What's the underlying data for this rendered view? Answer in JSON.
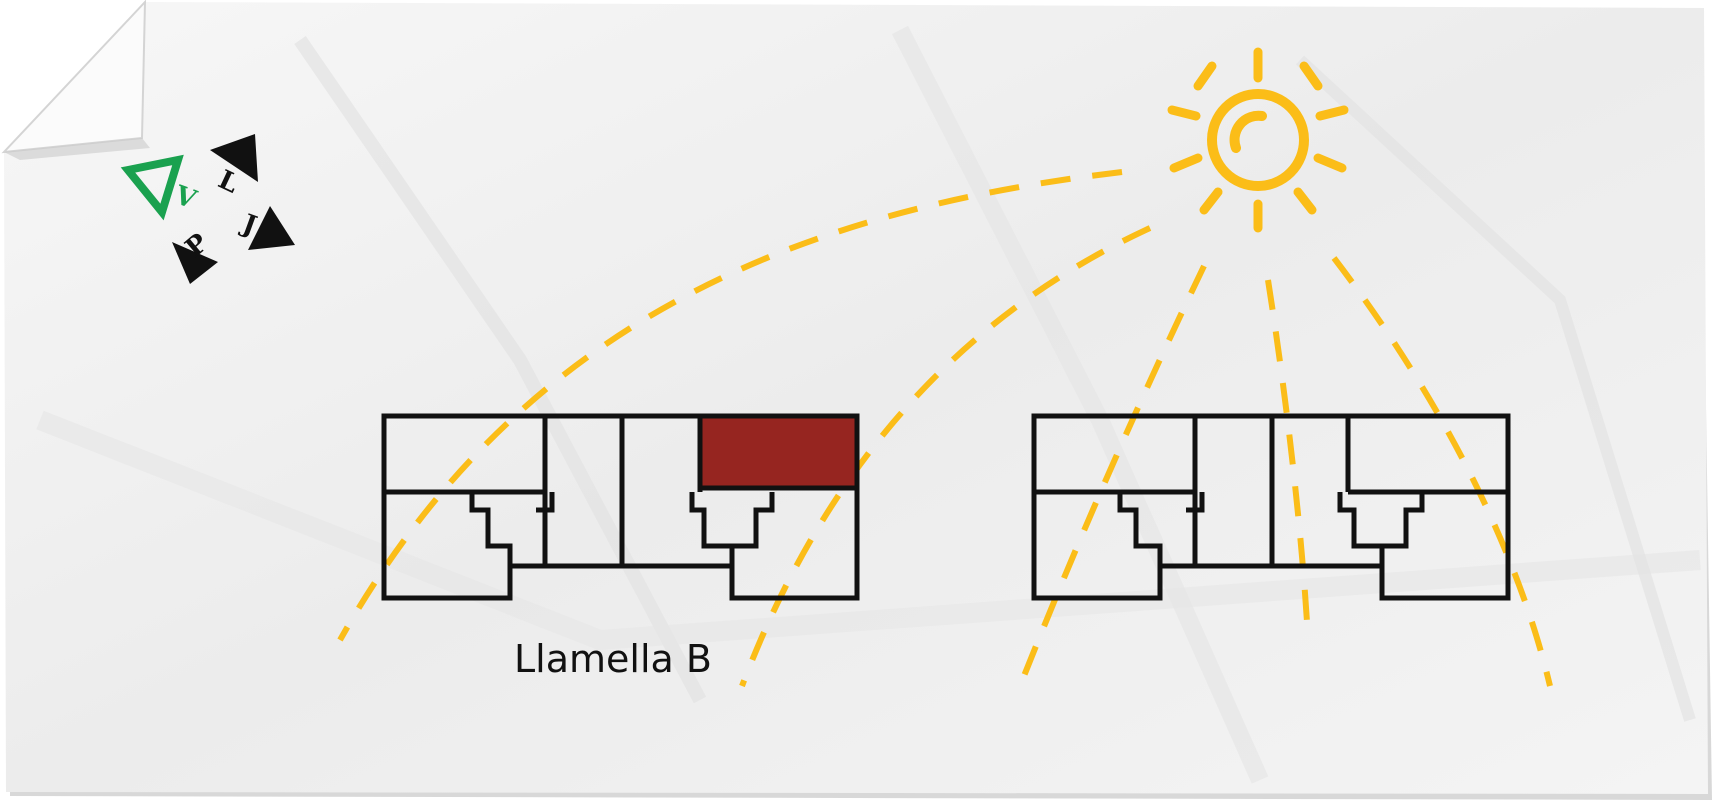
{
  "diagram": {
    "caption": "Llamella B",
    "logo_letters": [
      "V",
      "L",
      "J",
      "P"
    ],
    "icons": {
      "sun": "sun-icon",
      "logo": "vlpj-logo-icon"
    },
    "colors": {
      "paper": "#f1f1f1",
      "paper_shadow": "#d9d9d9",
      "outline": "#111111",
      "room_fill": "#f3f3f3",
      "highlight_unit": "#962520",
      "sun_rays": "#fbbd18",
      "logo_green": "#1aa14f",
      "logo_black": "#111111"
    }
  }
}
